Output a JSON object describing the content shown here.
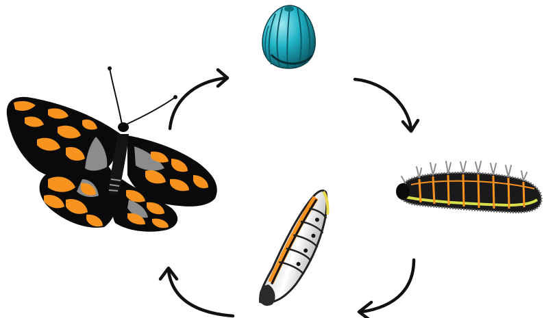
{
  "diagram": {
    "type": "life-cycle",
    "stages": [
      {
        "id": "egg",
        "icon": "egg-icon"
      },
      {
        "id": "caterpillar",
        "icon": "caterpillar-icon"
      },
      {
        "id": "pupa",
        "icon": "chrysalis-icon"
      },
      {
        "id": "adult",
        "icon": "butterfly-icon"
      }
    ],
    "cycle_order": [
      "egg",
      "caterpillar",
      "pupa",
      "adult",
      "egg"
    ],
    "arrows": [
      {
        "from": "adult",
        "to": "egg"
      },
      {
        "from": "egg",
        "to": "caterpillar"
      },
      {
        "from": "caterpillar",
        "to": "pupa"
      },
      {
        "from": "pupa",
        "to": "adult"
      }
    ]
  },
  "colors": {
    "egg": "#1fb3c6",
    "egg_dark": "#0b4f5a",
    "wing_orange": "#f7931e",
    "wing_gray": "#8c8c8c",
    "body_black": "#0a0a0a",
    "caterpillar_yellow": "#d7e04a",
    "arrow": "#111111"
  }
}
